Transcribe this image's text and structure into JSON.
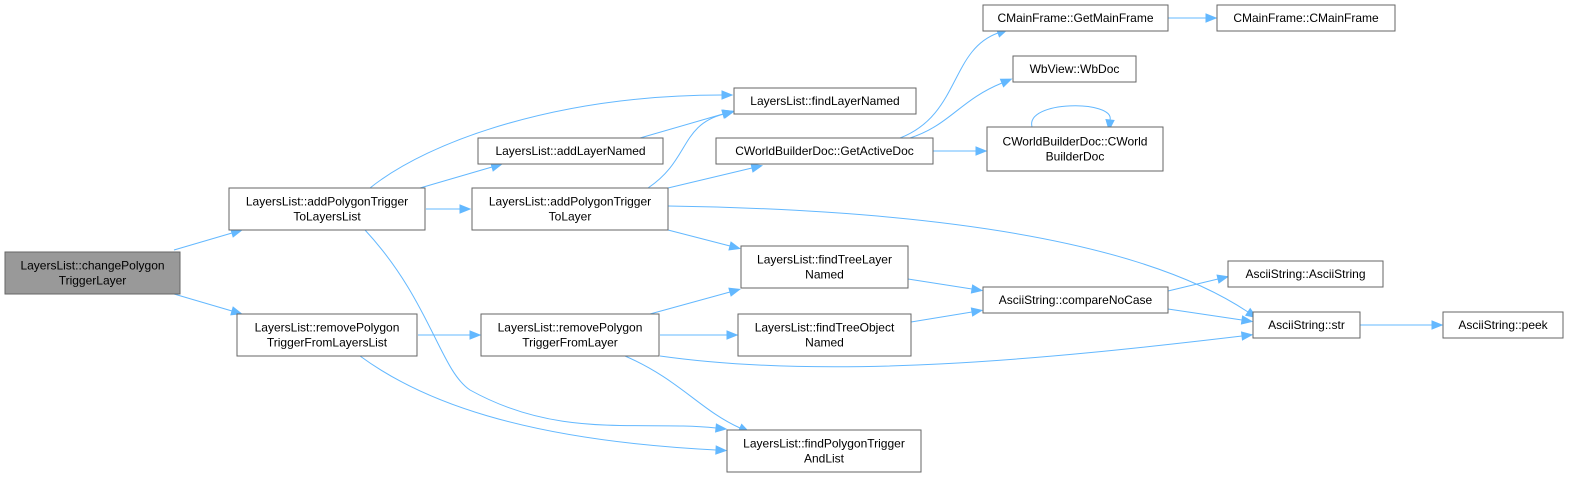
{
  "graph": {
    "colors": {
      "edge": "#63b8ff",
      "node_border": "#666666",
      "root_fill": "#999999",
      "node_fill": "#ffffff"
    },
    "nodes": [
      {
        "id": "changePolygonTriggerLayer",
        "lines": [
          "LayersList::changePolygon",
          "TriggerLayer"
        ],
        "root": true
      },
      {
        "id": "addPolygonTriggerToLayersList",
        "lines": [
          "LayersList::addPolygonTrigger",
          "ToLayersList"
        ]
      },
      {
        "id": "removePolygonTriggerFromLayersList",
        "lines": [
          "LayersList::removePolygon",
          "TriggerFromLayersList"
        ]
      },
      {
        "id": "addLayerNamed",
        "lines": [
          "LayersList::addLayerNamed"
        ]
      },
      {
        "id": "addPolygonTriggerToLayer",
        "lines": [
          "LayersList::addPolygonTrigger",
          "ToLayer"
        ]
      },
      {
        "id": "removePolygonTriggerFromLayer",
        "lines": [
          "LayersList::removePolygon",
          "TriggerFromLayer"
        ]
      },
      {
        "id": "findLayerNamed",
        "lines": [
          "LayersList::findLayerNamed"
        ]
      },
      {
        "id": "getActiveDoc",
        "lines": [
          "CWorldBuilderDoc::GetActiveDoc"
        ]
      },
      {
        "id": "findTreeLayerNamed",
        "lines": [
          "LayersList::findTreeLayer",
          "Named"
        ]
      },
      {
        "id": "findTreeObjectNamed",
        "lines": [
          "LayersList::findTreeObject",
          "Named"
        ]
      },
      {
        "id": "findPolygonTriggerAndList",
        "lines": [
          "LayersList::findPolygonTrigger",
          "AndList"
        ]
      },
      {
        "id": "getMainFrame",
        "lines": [
          "CMainFrame::GetMainFrame"
        ]
      },
      {
        "id": "wbDoc",
        "lines": [
          "WbView::WbDoc"
        ]
      },
      {
        "id": "cWorldBuilderDoc",
        "lines": [
          "CWorldBuilderDoc::CWorld",
          "BuilderDoc"
        ]
      },
      {
        "id": "compareNoCase",
        "lines": [
          "AsciiString::compareNoCase"
        ]
      },
      {
        "id": "cMainFrame",
        "lines": [
          "CMainFrame::CMainFrame"
        ]
      },
      {
        "id": "asciiString",
        "lines": [
          "AsciiString::AsciiString"
        ]
      },
      {
        "id": "str",
        "lines": [
          "AsciiString::str"
        ]
      },
      {
        "id": "peek",
        "lines": [
          "AsciiString::peek"
        ]
      }
    ],
    "edges": [
      {
        "from": "changePolygonTriggerLayer",
        "to": "addPolygonTriggerToLayersList"
      },
      {
        "from": "changePolygonTriggerLayer",
        "to": "removePolygonTriggerFromLayersList"
      },
      {
        "from": "addPolygonTriggerToLayersList",
        "to": "findLayerNamed"
      },
      {
        "from": "addPolygonTriggerToLayersList",
        "to": "addLayerNamed"
      },
      {
        "from": "addPolygonTriggerToLayersList",
        "to": "addPolygonTriggerToLayer"
      },
      {
        "from": "addPolygonTriggerToLayersList",
        "to": "findPolygonTriggerAndList"
      },
      {
        "from": "addLayerNamed",
        "to": "findLayerNamed"
      },
      {
        "from": "addPolygonTriggerToLayer",
        "to": "findLayerNamed"
      },
      {
        "from": "addPolygonTriggerToLayer",
        "to": "getActiveDoc"
      },
      {
        "from": "addPolygonTriggerToLayer",
        "to": "findTreeLayerNamed"
      },
      {
        "from": "addPolygonTriggerToLayer",
        "to": "str"
      },
      {
        "from": "removePolygonTriggerFromLayersList",
        "to": "removePolygonTriggerFromLayer"
      },
      {
        "from": "removePolygonTriggerFromLayersList",
        "to": "findPolygonTriggerAndList"
      },
      {
        "from": "removePolygonTriggerFromLayer",
        "to": "findTreeLayerNamed"
      },
      {
        "from": "removePolygonTriggerFromLayer",
        "to": "findTreeObjectNamed"
      },
      {
        "from": "removePolygonTriggerFromLayer",
        "to": "findPolygonTriggerAndList"
      },
      {
        "from": "removePolygonTriggerFromLayer",
        "to": "str"
      },
      {
        "from": "getActiveDoc",
        "to": "getMainFrame"
      },
      {
        "from": "getActiveDoc",
        "to": "wbDoc"
      },
      {
        "from": "getActiveDoc",
        "to": "cWorldBuilderDoc"
      },
      {
        "from": "cWorldBuilderDoc",
        "to": "cWorldBuilderDoc"
      },
      {
        "from": "getMainFrame",
        "to": "cMainFrame"
      },
      {
        "from": "findTreeLayerNamed",
        "to": "compareNoCase"
      },
      {
        "from": "findTreeObjectNamed",
        "to": "compareNoCase"
      },
      {
        "from": "compareNoCase",
        "to": "asciiString"
      },
      {
        "from": "compareNoCase",
        "to": "str"
      },
      {
        "from": "str",
        "to": "peek"
      }
    ]
  }
}
